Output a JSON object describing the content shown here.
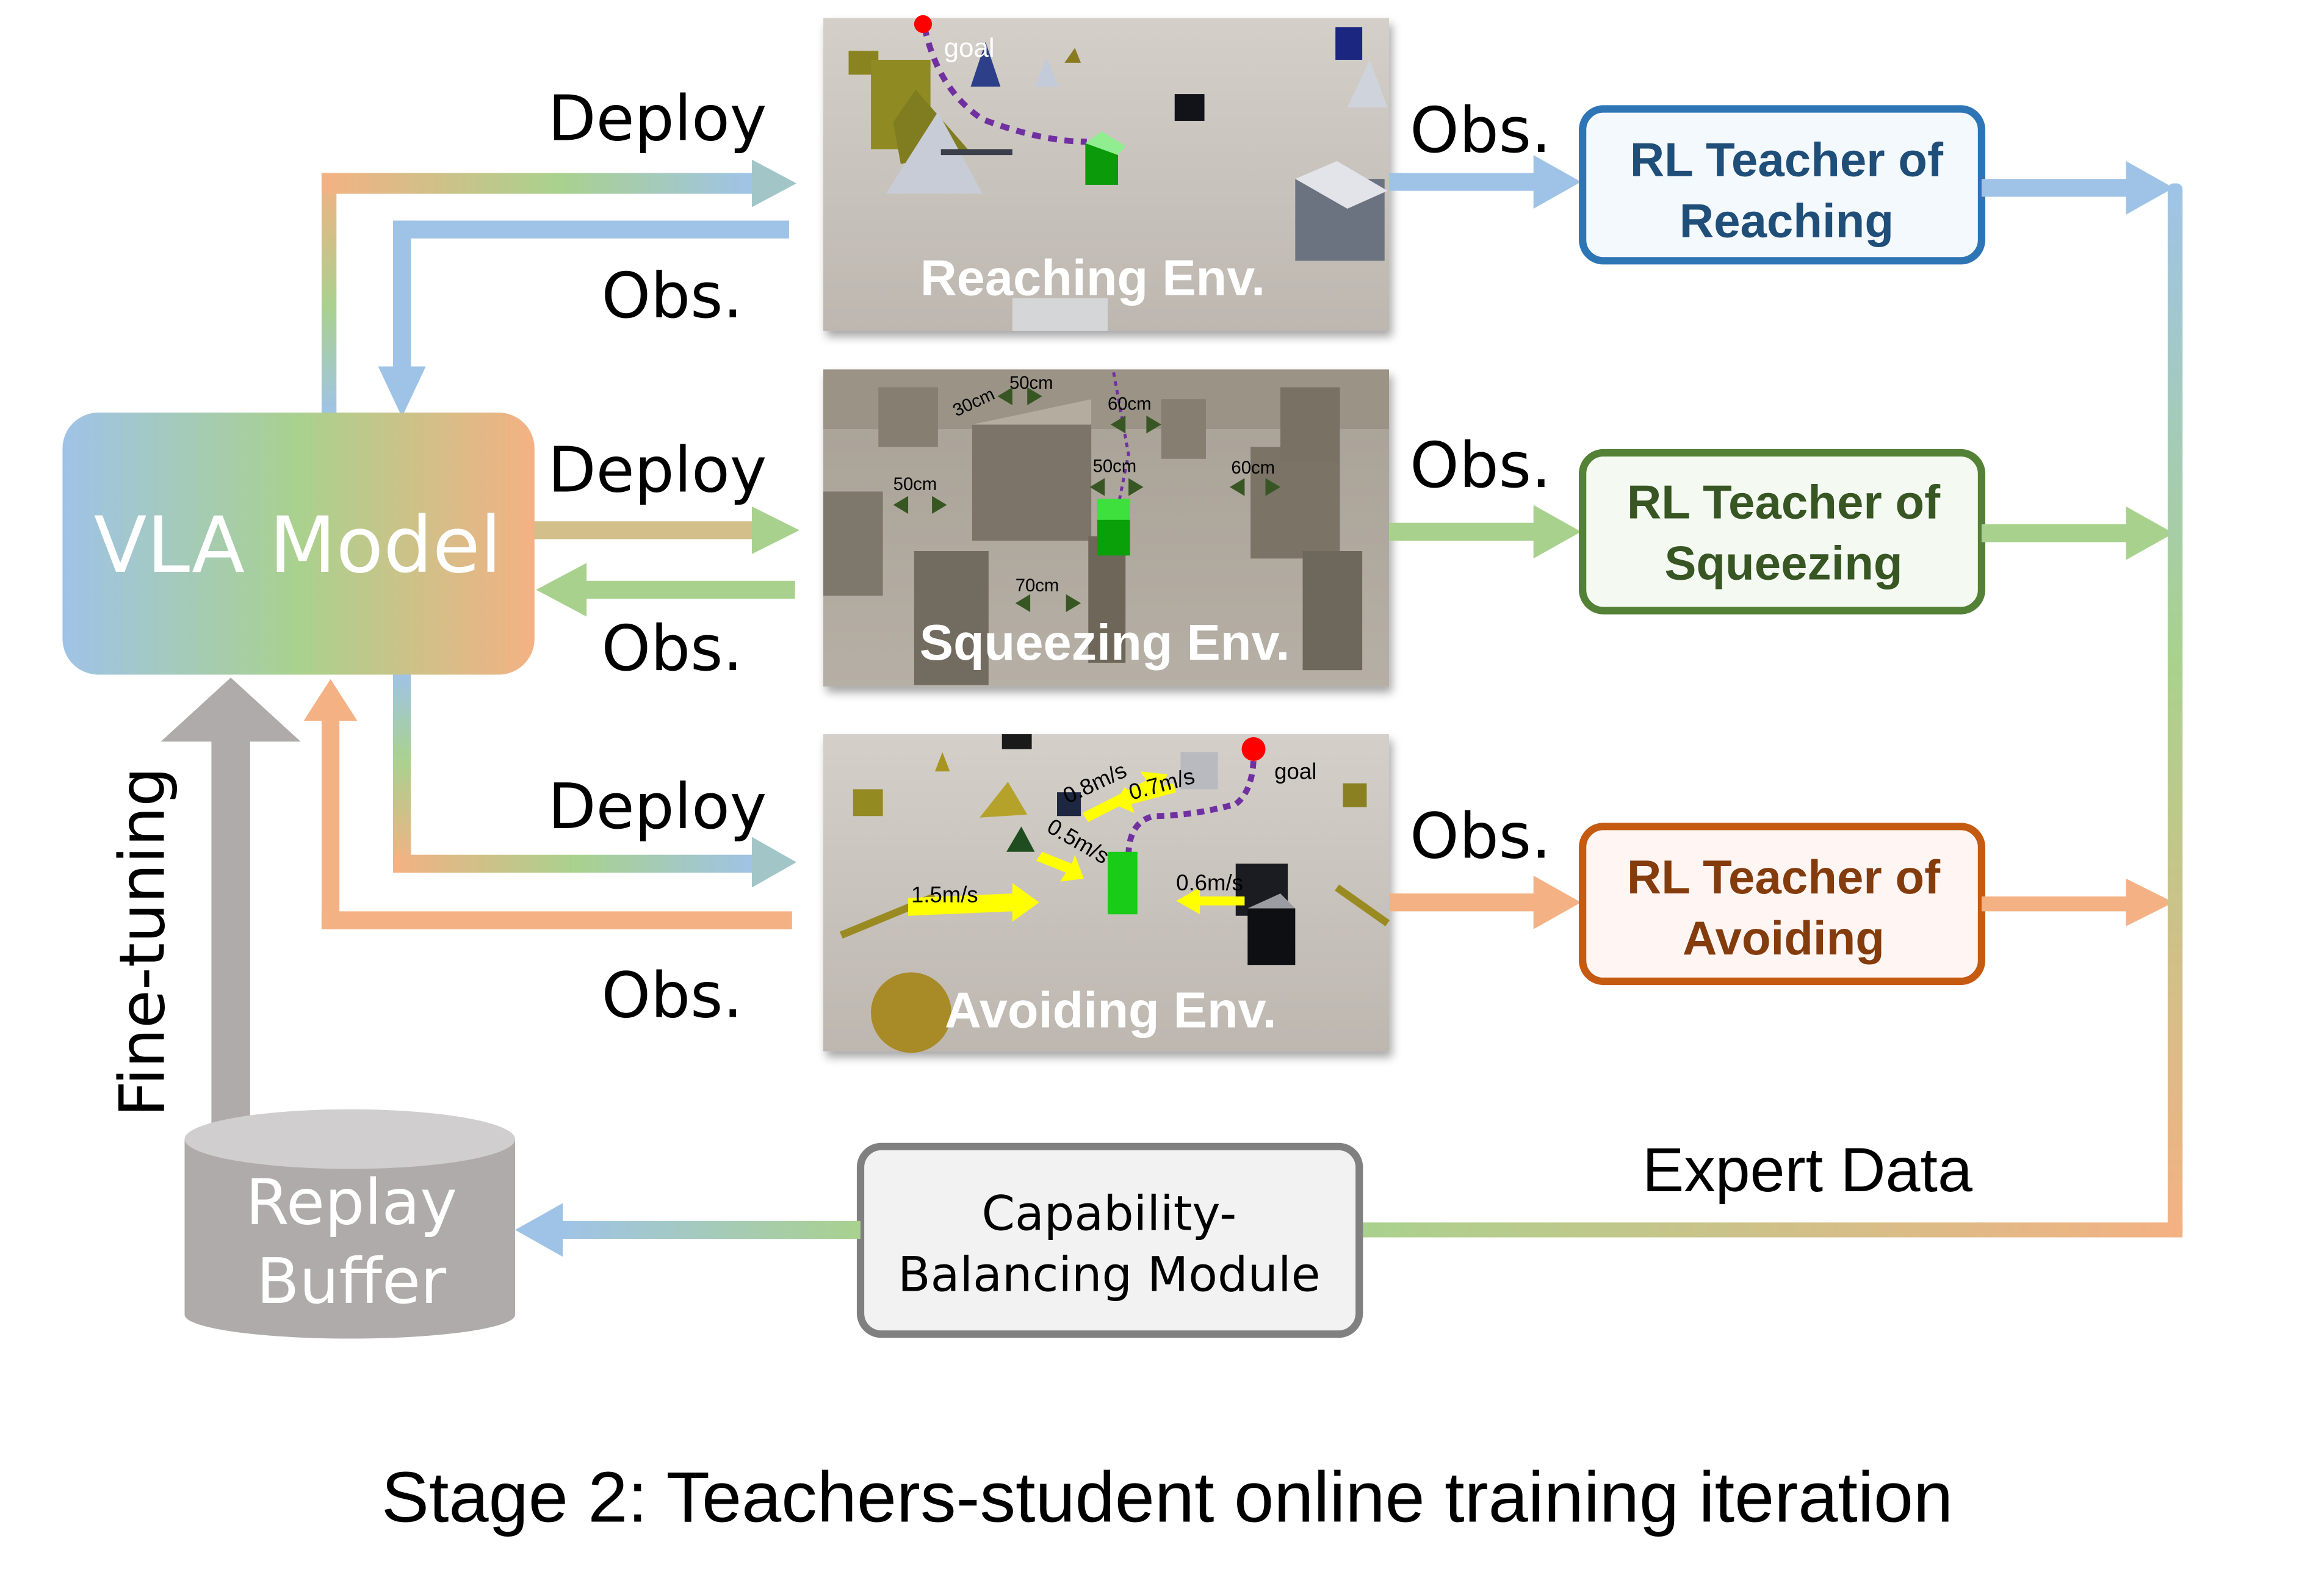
{
  "caption": "Stage 2: Teachers-student online training iteration",
  "vla_model": {
    "label": "VLA Model"
  },
  "replay_buffer": {
    "line1": "Replay",
    "line2": "Buffer"
  },
  "fine_tuning_label": "Fine-tuning",
  "capability_module": {
    "line1": "Capability-",
    "line2": "Balancing Module"
  },
  "expert_data_label": "Expert Data",
  "colors": {
    "blue": "#9fc3e7",
    "green": "#a9d18e",
    "orange": "#f4b183",
    "gray": "#afabab",
    "reaching_border": "#2e75b6",
    "reaching_text": "#1f4e79",
    "squeezing_border": "#538135",
    "squeezing_text": "#375623",
    "avoiding_border": "#c55a11",
    "avoiding_text": "#843c0c"
  },
  "rows": [
    {
      "id": "reaching",
      "deploy_label": "Deploy",
      "obs_left_label": "Obs.",
      "obs_right_label": "Obs.",
      "env_title": "Reaching Env.",
      "env_annotations": [
        "goal"
      ],
      "teacher_line1": "RL Teacher of",
      "teacher_line2": "Reaching"
    },
    {
      "id": "squeezing",
      "deploy_label": "Deploy",
      "obs_left_label": "Obs.",
      "obs_right_label": "Obs.",
      "env_title": "Squeezing Env.",
      "env_annotations": [
        "30cm",
        "50cm",
        "60cm",
        "50cm",
        "50cm",
        "60cm",
        "70cm"
      ],
      "teacher_line1": "RL Teacher of",
      "teacher_line2": "Squeezing"
    },
    {
      "id": "avoiding",
      "deploy_label": "Deploy",
      "obs_left_label": "Obs.",
      "obs_right_label": "Obs.",
      "env_title": "Avoiding Env.",
      "env_annotations": [
        "0.8m/s",
        "0.7m/s",
        "goal",
        "0.5m/s",
        "0.6m/s",
        "1.5m/s"
      ],
      "teacher_line1": "RL Teacher of",
      "teacher_line2": "Avoiding"
    }
  ]
}
